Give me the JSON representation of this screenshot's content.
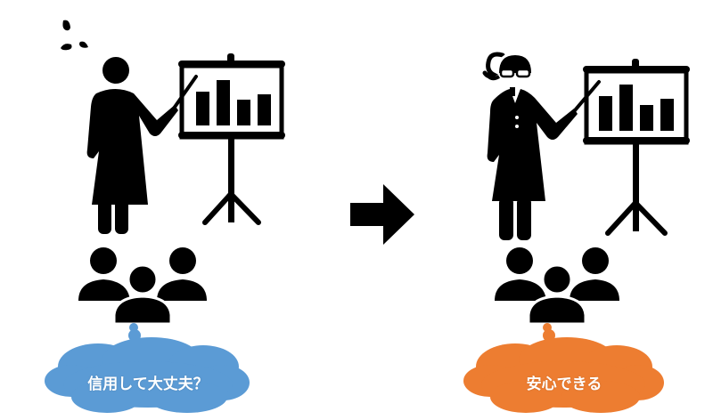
{
  "scenes": {
    "before": {
      "presenter": "presenter-nervous-woman-icon",
      "sweat_drops": 3,
      "board_bars": [
        3,
        4,
        2,
        3
      ],
      "audience": "audience-group-icon",
      "bubble": {
        "text": "信用して大丈夫？",
        "color": "#5B9BD5"
      }
    },
    "after": {
      "presenter": "presenter-professional-woman-glasses-icon",
      "board_bars": [
        3,
        4,
        2,
        3
      ],
      "audience": "audience-group-icon",
      "bubble": {
        "text": "安心できる",
        "color": "#ED7D31"
      }
    }
  },
  "transition": {
    "icon": "arrow-right-icon",
    "color": "#000000"
  }
}
